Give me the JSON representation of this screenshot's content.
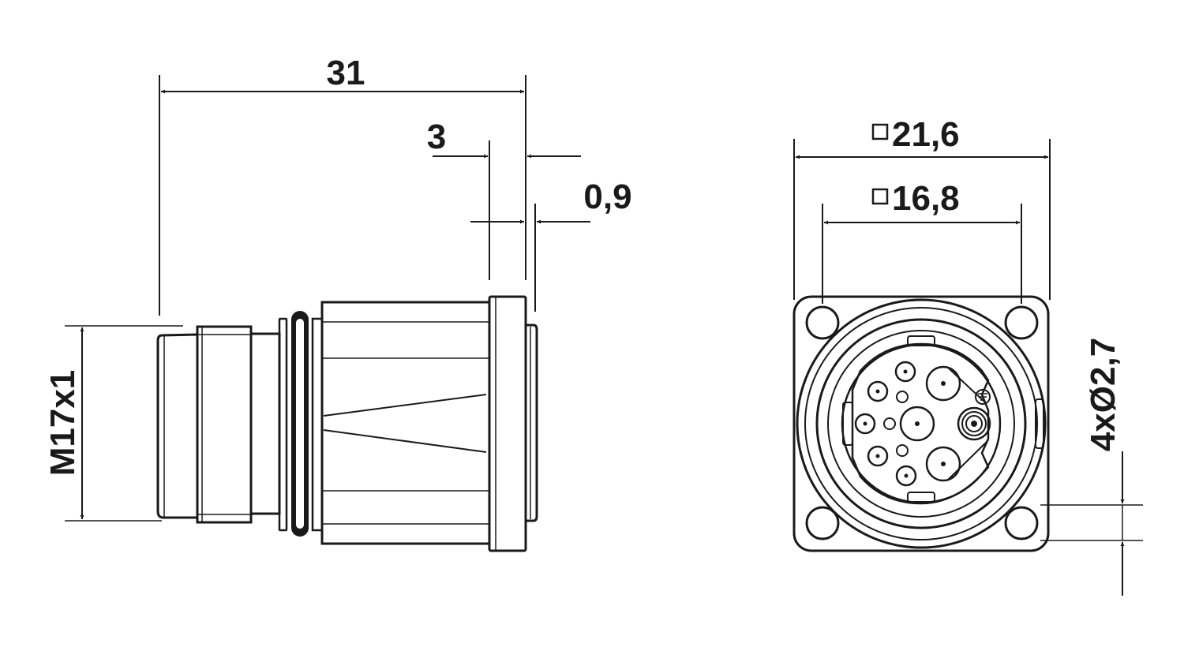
{
  "side_view": {
    "overall_length": "31",
    "flange_thickness": "3",
    "front_offset": "0,9",
    "thread": "M17x1"
  },
  "front_view": {
    "flange_square": "21,6",
    "hole_spacing_square": "16,8",
    "mounting_holes": "4xØ2,7"
  },
  "colors": {
    "line": "#1a1a1a",
    "background": "#ffffff"
  }
}
